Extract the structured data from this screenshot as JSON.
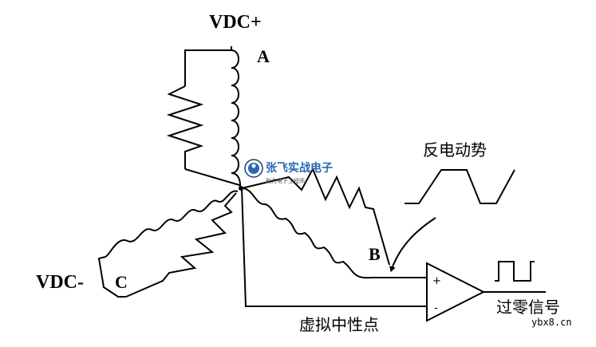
{
  "labels": {
    "vdc_plus": "VDC+",
    "vdc_minus": "VDC-",
    "terminal_a": "A",
    "terminal_b": "B",
    "terminal_c": "C",
    "back_emf": "反电动势",
    "virtual_neutral": "虚拟中性点",
    "zero_cross": "过零信号",
    "opamp_plus": "+",
    "opamp_minus": "-",
    "watermark_site": "ybx8.cn",
    "logo_text": "张飞实战电子",
    "logo_subtext": "助力电子工程师"
  },
  "colors": {
    "line": "#000000",
    "background": "#ffffff",
    "logo_blue": "#2a67b5",
    "logo_dark": "#1b3f7a"
  },
  "icons": {
    "logo": "zhangfei-logo-icon"
  }
}
